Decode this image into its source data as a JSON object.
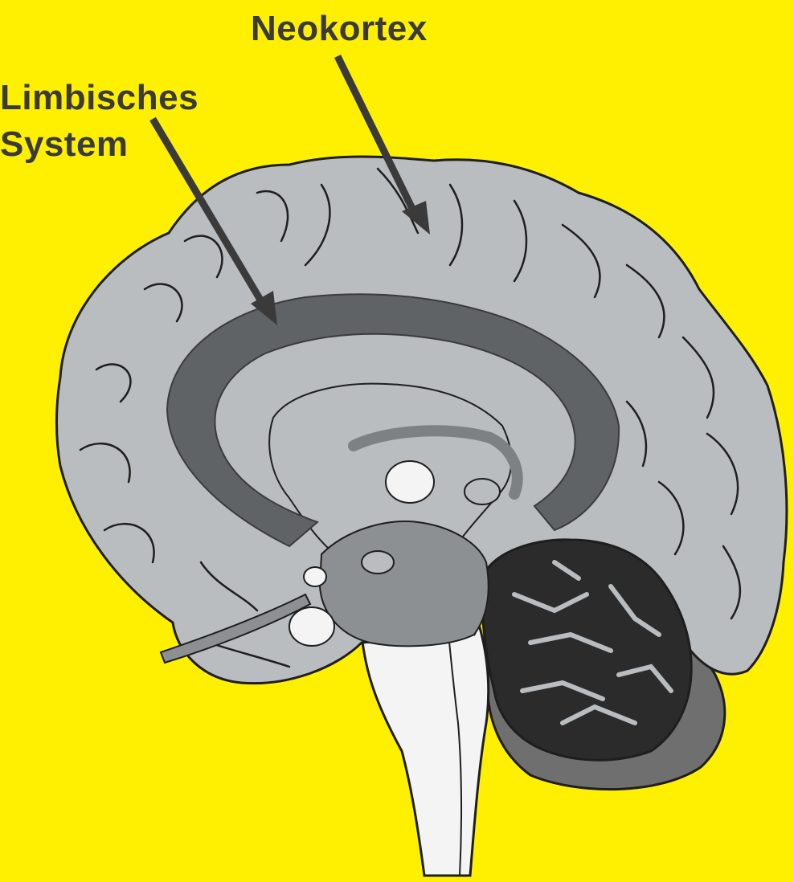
{
  "labels": {
    "neokortex": "Neokortex",
    "limbic_line1": "Limbisches",
    "limbic_line2": "System"
  },
  "colors": {
    "background": "#ffef00",
    "cortex": "#b9bdbf",
    "limbic": "#5f6366",
    "cerebellum_dark": "#2b2b2b",
    "cerebellum_rim": "#6f6f6f",
    "brainstem": "#f4f4f4",
    "outline": "#1e1e1e",
    "text": "#3a3a3a"
  }
}
